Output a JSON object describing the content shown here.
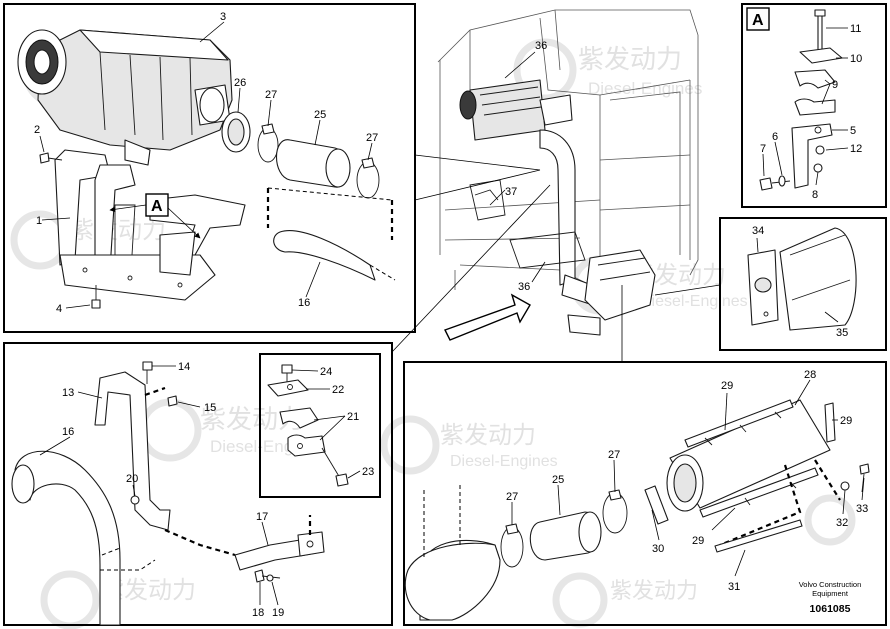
{
  "watermark": {
    "brand_cn": "紫发动力",
    "brand_en": "Diesel-Engines"
  },
  "detail_letter": "A",
  "callouts": {
    "c1": "1",
    "c2": "2",
    "c3": "3",
    "c4": "4",
    "c5": "5",
    "c6": "6",
    "c7": "7",
    "c8": "8",
    "c9": "9",
    "c10": "10",
    "c11": "11",
    "c12": "12",
    "c13": "13",
    "c14": "14",
    "c15": "15",
    "c16a": "16",
    "c16b": "16",
    "c17": "17",
    "c18": "18",
    "c19": "19",
    "c20": "20",
    "c21": "21",
    "c22": "22",
    "c23": "23",
    "c24": "24",
    "c25a": "25",
    "c25b": "25",
    "c26": "26",
    "c27a": "27",
    "c27b": "27",
    "c27c": "27",
    "c27d": "27",
    "c28": "28",
    "c29a": "29",
    "c29b": "29",
    "c29c": "29",
    "c30": "30",
    "c31": "31",
    "c32": "32",
    "c33": "33",
    "c34": "34",
    "c35": "35",
    "c36a": "36",
    "c36b": "36",
    "c37": "37"
  },
  "footer": {
    "line1": "Volvo Construction",
    "line2": "Equipment",
    "doc_number": "1061085"
  }
}
